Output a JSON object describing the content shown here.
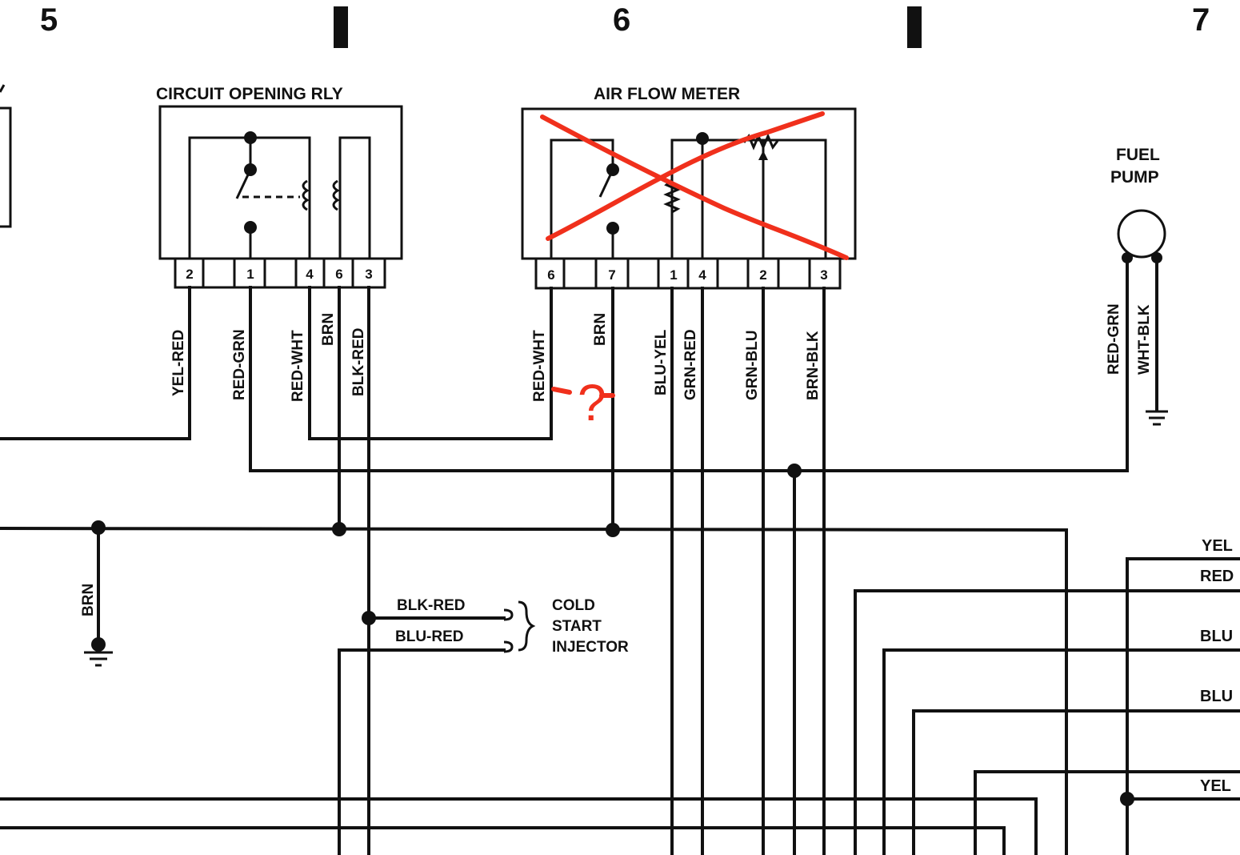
{
  "columns": [
    "5",
    "6",
    "7"
  ],
  "components": {
    "circuit_opening_relay": {
      "title": "CIRCUIT OPENING RLY",
      "pins": [
        "2",
        "1",
        "4",
        "6",
        "3"
      ],
      "wires": [
        "YEL-RED",
        "RED-GRN",
        "RED-WHT",
        "BRN",
        "BLK-RED"
      ]
    },
    "air_flow_meter": {
      "title": "AIR FLOW METER",
      "pins": [
        "6",
        "7",
        "1",
        "4",
        "2",
        "3"
      ],
      "wires": [
        "RED-WHT",
        "BRN",
        "BLU-YEL",
        "GRN-RED",
        "GRN-BLU",
        "BRN-BLK"
      ]
    },
    "fuel_pump": {
      "title_line1": "FUEL",
      "title_line2": "PUMP",
      "wires": [
        "RED-GRN",
        "WHT-BLK"
      ]
    },
    "cold_start_injector": {
      "title_line1": "COLD",
      "title_line2": "START",
      "title_line3": "INJECTOR",
      "wires": [
        "BLK-RED",
        "BLU-RED"
      ]
    }
  },
  "ground_wire": "BRN",
  "edge_labels": [
    "YEL",
    "RED",
    "BLU",
    "BLU",
    "YEL"
  ],
  "annotations": {
    "question_mark": "?",
    "cross_color": "#f0301c"
  }
}
